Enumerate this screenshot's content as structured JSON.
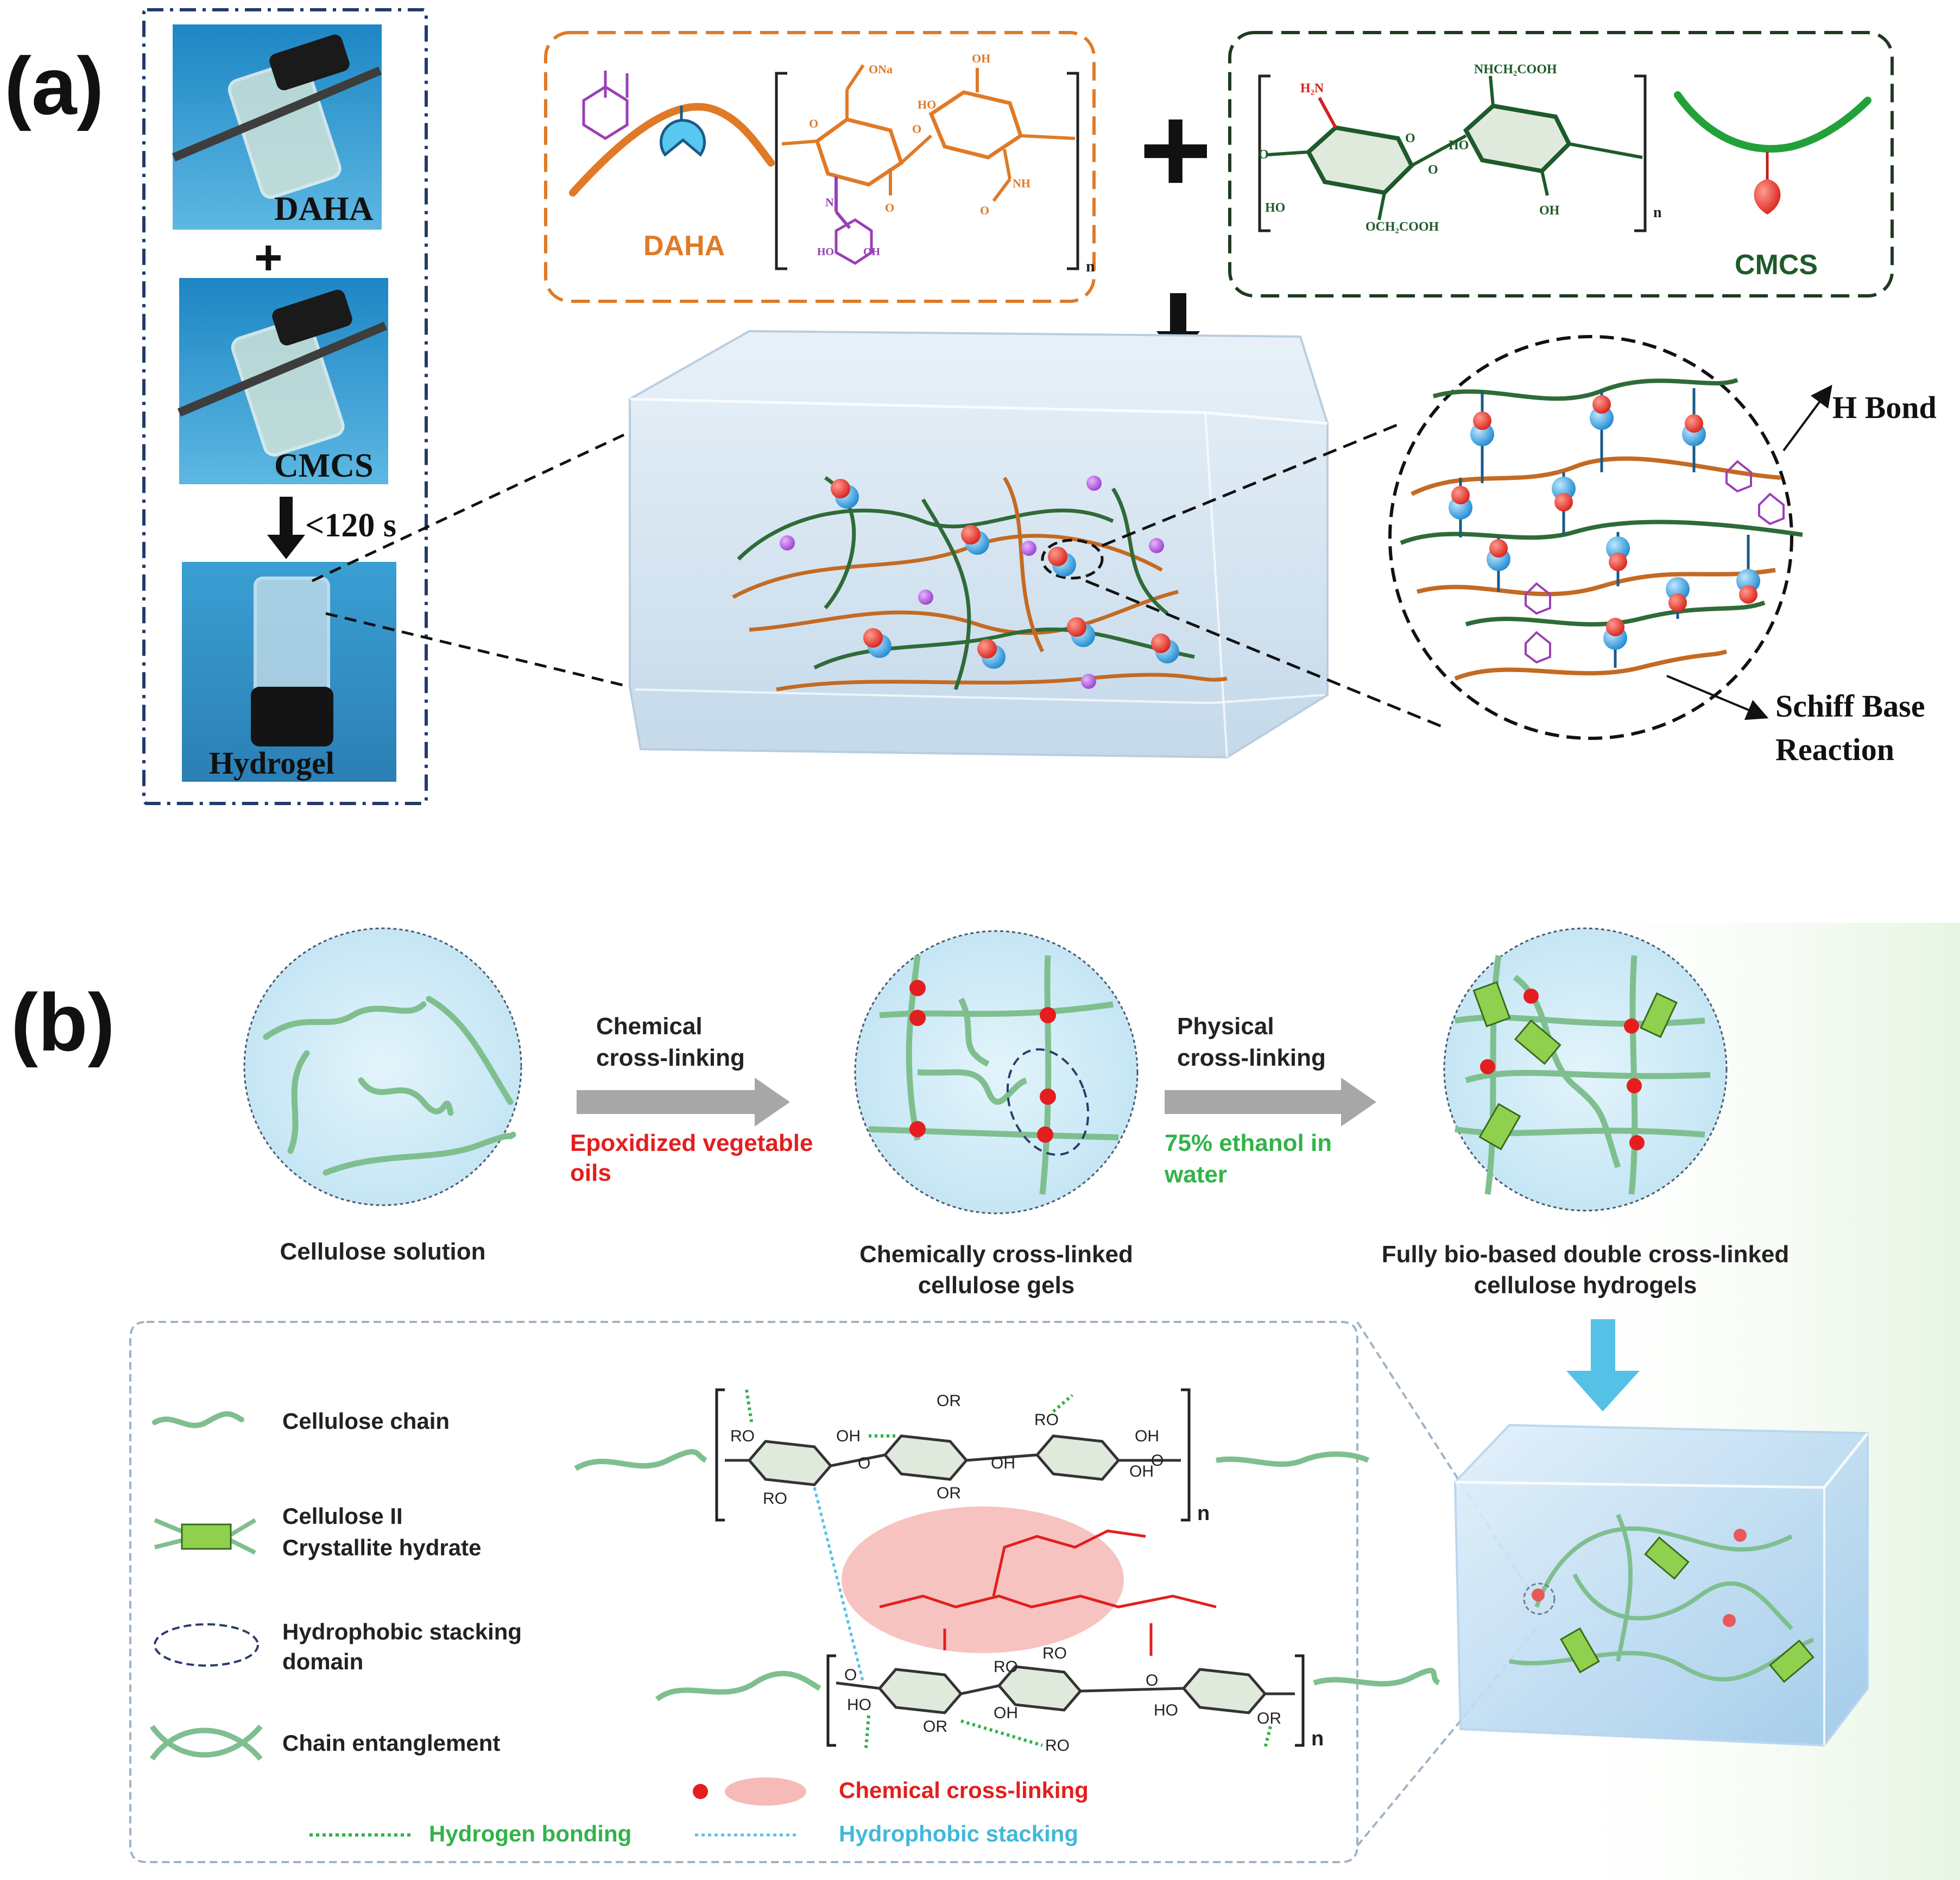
{
  "panel_a": {
    "label": "(a)",
    "photos": {
      "daha": "DAHA",
      "plus": "+",
      "cmcs": "CMCS",
      "time": "<120 s",
      "hydrogel": "Hydrogel"
    },
    "daha_box": {
      "name": "DAHA",
      "repeat": "n",
      "atoms": {
        "ona": "ONa",
        "ho1": "HO",
        "ho2": "HO",
        "oh1": "OH",
        "oh2": "OH",
        "nh": "NH",
        "n": "N",
        "o1": "O",
        "o2": "O",
        "o3": "O",
        "o4": "O"
      }
    },
    "plus": "+",
    "cmcs_box": {
      "name": "CMCS",
      "repeat": "n",
      "atoms": {
        "h2n": "H₂N",
        "nhch2cooh": "NHCH₂COOH",
        "ho1": "HO",
        "ho2": "HO",
        "och2cooh": "OCH₂COOH",
        "oh": "OH",
        "o1": "O",
        "o2": "O",
        "o3": "O"
      }
    },
    "network_labels": {
      "h_bond": "H Bond",
      "schiff_1": "Schiff Base",
      "schiff_2": "Reaction"
    },
    "colors": {
      "daha": "#d2651e",
      "cmcs": "#1e5b2a",
      "cross": "#2fa3d9",
      "node": "#e63b2e",
      "dopamine": "#9b3fb5"
    }
  },
  "panel_b": {
    "label": "(b)",
    "steps": [
      {
        "caption_1": "Cellulose solution",
        "caption_2": ""
      },
      {
        "caption_1": "Chemically cross-linked",
        "caption_2": "cellulose gels"
      },
      {
        "caption_1": "Fully bio-based double cross-linked",
        "caption_2": "cellulose hydrogels"
      }
    ],
    "arrow_1": {
      "top_1": "Chemical",
      "top_2": "cross-linking",
      "bottom_1": "Epoxidized vegetable",
      "bottom_2": "oils"
    },
    "arrow_2": {
      "top_1": "Physical",
      "top_2": "cross-linking",
      "bottom_1": "75% ethanol in",
      "bottom_2": "water"
    },
    "legend": {
      "chain": "Cellulose chain",
      "crystallite_1": "Cellulose II",
      "crystallite_2": "Crystallite hydrate",
      "stacking_1": "Hydrophobic stacking",
      "stacking_2": "domain",
      "entangle": "Chain entanglement"
    },
    "bottom_legend": {
      "chemical": "Chemical cross-linking",
      "hbond": "Hydrogen bonding",
      "hydrophobic": "Hydrophobic stacking"
    },
    "structure_atoms": {
      "ro": "RO",
      "oh": "OH",
      "or": "OR",
      "o": "O",
      "ho": "HO",
      "n": "n"
    },
    "colors": {
      "chain": "#7fbf8f",
      "node": "#e41e1e",
      "crystal": "#8fd14f",
      "red_text": "#e41e1e",
      "green_text": "#33b24a",
      "cyan_text": "#43b8d8"
    }
  }
}
